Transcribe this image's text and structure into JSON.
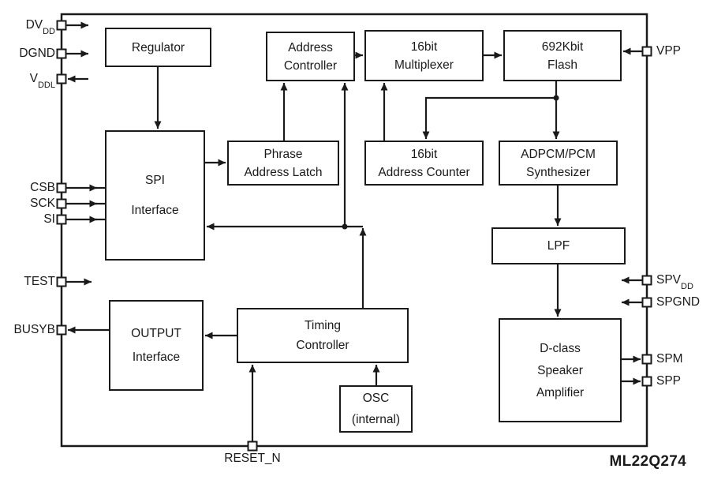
{
  "part_number": "ML22Q274",
  "blocks": {
    "regulator": {
      "lines": [
        "Regulator"
      ]
    },
    "address_controller": {
      "lines": [
        "Address",
        "Controller"
      ]
    },
    "multiplexer": {
      "lines": [
        "16bit",
        "Multiplexer"
      ]
    },
    "flash": {
      "lines": [
        "692Kbit",
        "Flash"
      ]
    },
    "spi_interface": {
      "lines": [
        "SPI",
        "Interface"
      ]
    },
    "phrase_address_latch": {
      "lines": [
        "Phrase",
        "Address Latch"
      ]
    },
    "address_counter": {
      "lines": [
        "16bit",
        "Address Counter"
      ]
    },
    "adpcm_synthesizer": {
      "lines": [
        "ADPCM/PCM",
        "Synthesizer"
      ]
    },
    "lpf": {
      "lines": [
        "LPF"
      ]
    },
    "output_interface": {
      "lines": [
        "OUTPUT",
        "Interface"
      ]
    },
    "timing_controller": {
      "lines": [
        "Timing",
        "Controller"
      ]
    },
    "osc": {
      "lines": [
        "OSC",
        "(internal)"
      ]
    },
    "dclass_amplifier": {
      "lines": [
        "D-class",
        "Speaker",
        "Amplifier"
      ]
    }
  },
  "pins": {
    "dvdd": {
      "text": "DV",
      "sub": "DD"
    },
    "dgnd": {
      "text": "DGND"
    },
    "vddl": {
      "text": "V",
      "sub": "DDL"
    },
    "csb": {
      "text": "CSB"
    },
    "sck": {
      "text": "SCK"
    },
    "si": {
      "text": "SI"
    },
    "test": {
      "text": "TEST"
    },
    "busyb": {
      "text": "BUSYB"
    },
    "vpp": {
      "text": "VPP"
    },
    "spvdd": {
      "text": "SPV",
      "sub": "DD"
    },
    "spgnd": {
      "text": "SPGND"
    },
    "spm": {
      "text": "SPM"
    },
    "spp": {
      "text": "SPP"
    },
    "reset_n": {
      "text": "RESET_N"
    }
  },
  "colors": {
    "ink": "#1a1a1a",
    "background": "#ffffff"
  }
}
